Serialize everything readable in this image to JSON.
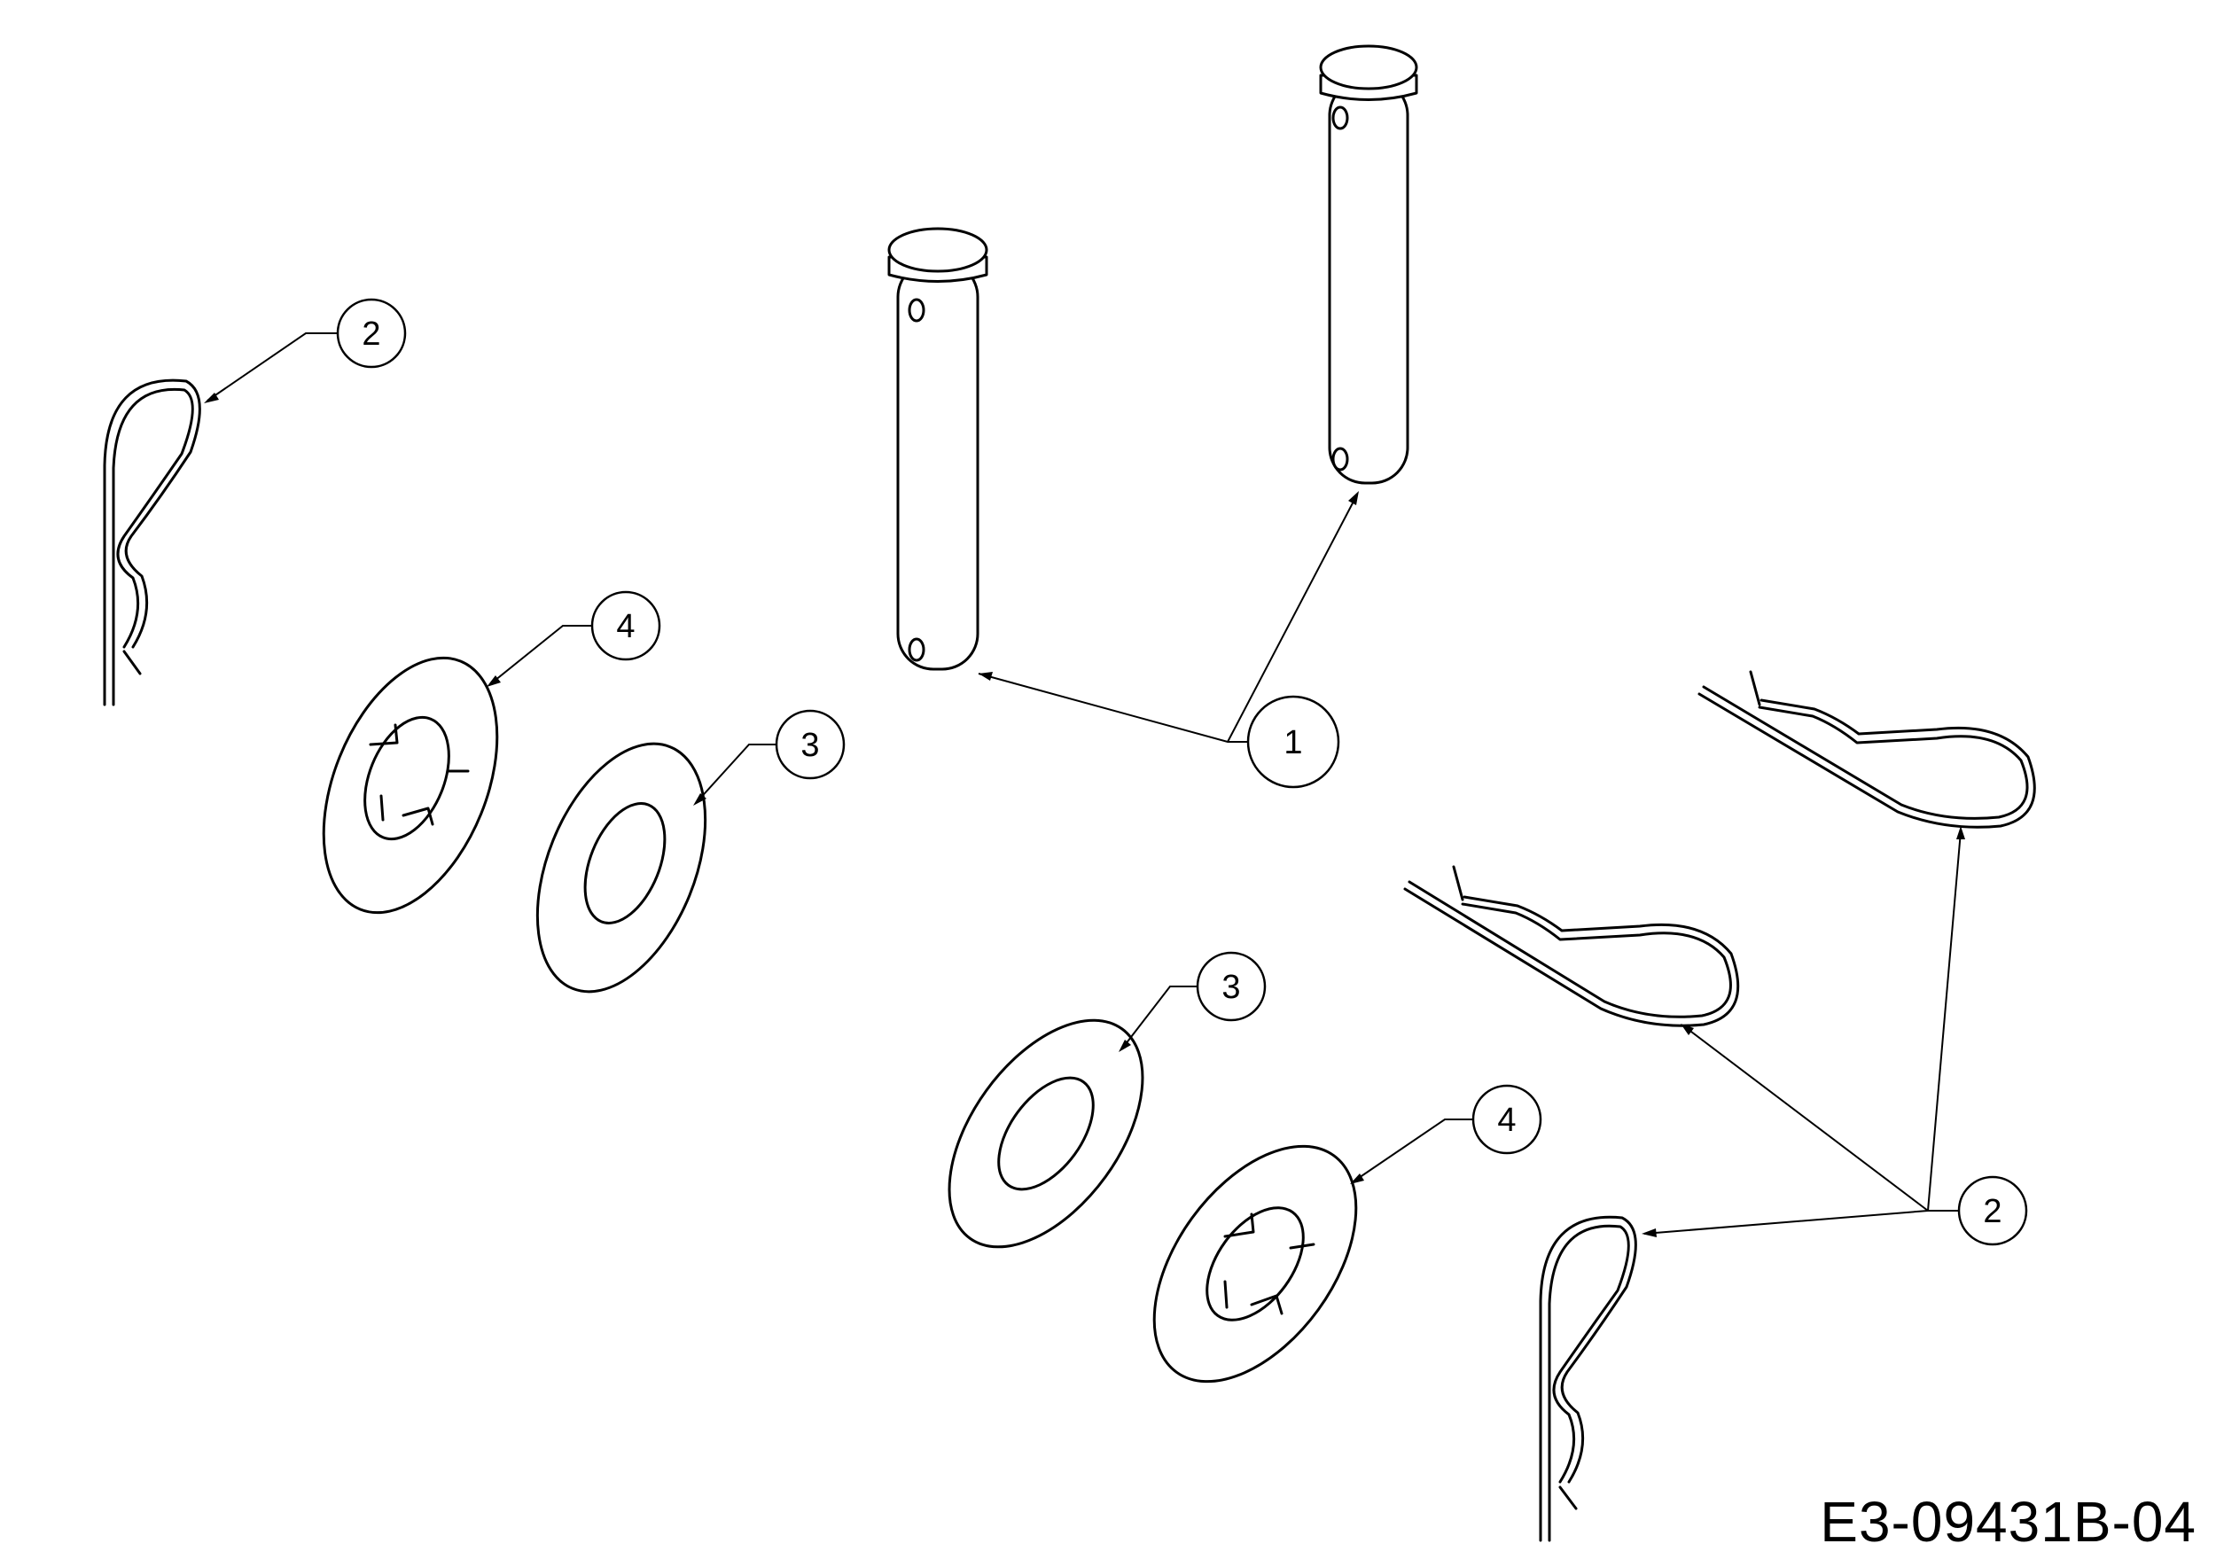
{
  "drawing_number": "E3-09431B-04",
  "callouts": [
    {
      "id": "callout-1",
      "label": "1"
    },
    {
      "id": "callout-2-top-left",
      "label": "2"
    },
    {
      "id": "callout-2-bottom-right",
      "label": "2"
    },
    {
      "id": "callout-3-left",
      "label": "3"
    },
    {
      "id": "callout-3-center",
      "label": "3"
    },
    {
      "id": "callout-4-left",
      "label": "4"
    },
    {
      "id": "callout-4-center",
      "label": "4"
    }
  ],
  "parts": [
    {
      "number": "1",
      "name": "clevis-pin",
      "quantity_shown": 2
    },
    {
      "number": "2",
      "name": "hair-pin-clip",
      "quantity_shown": 4
    },
    {
      "number": "3",
      "name": "flat-washer",
      "quantity_shown": 2
    },
    {
      "number": "4",
      "name": "push-nut-retainer",
      "quantity_shown": 2
    }
  ]
}
